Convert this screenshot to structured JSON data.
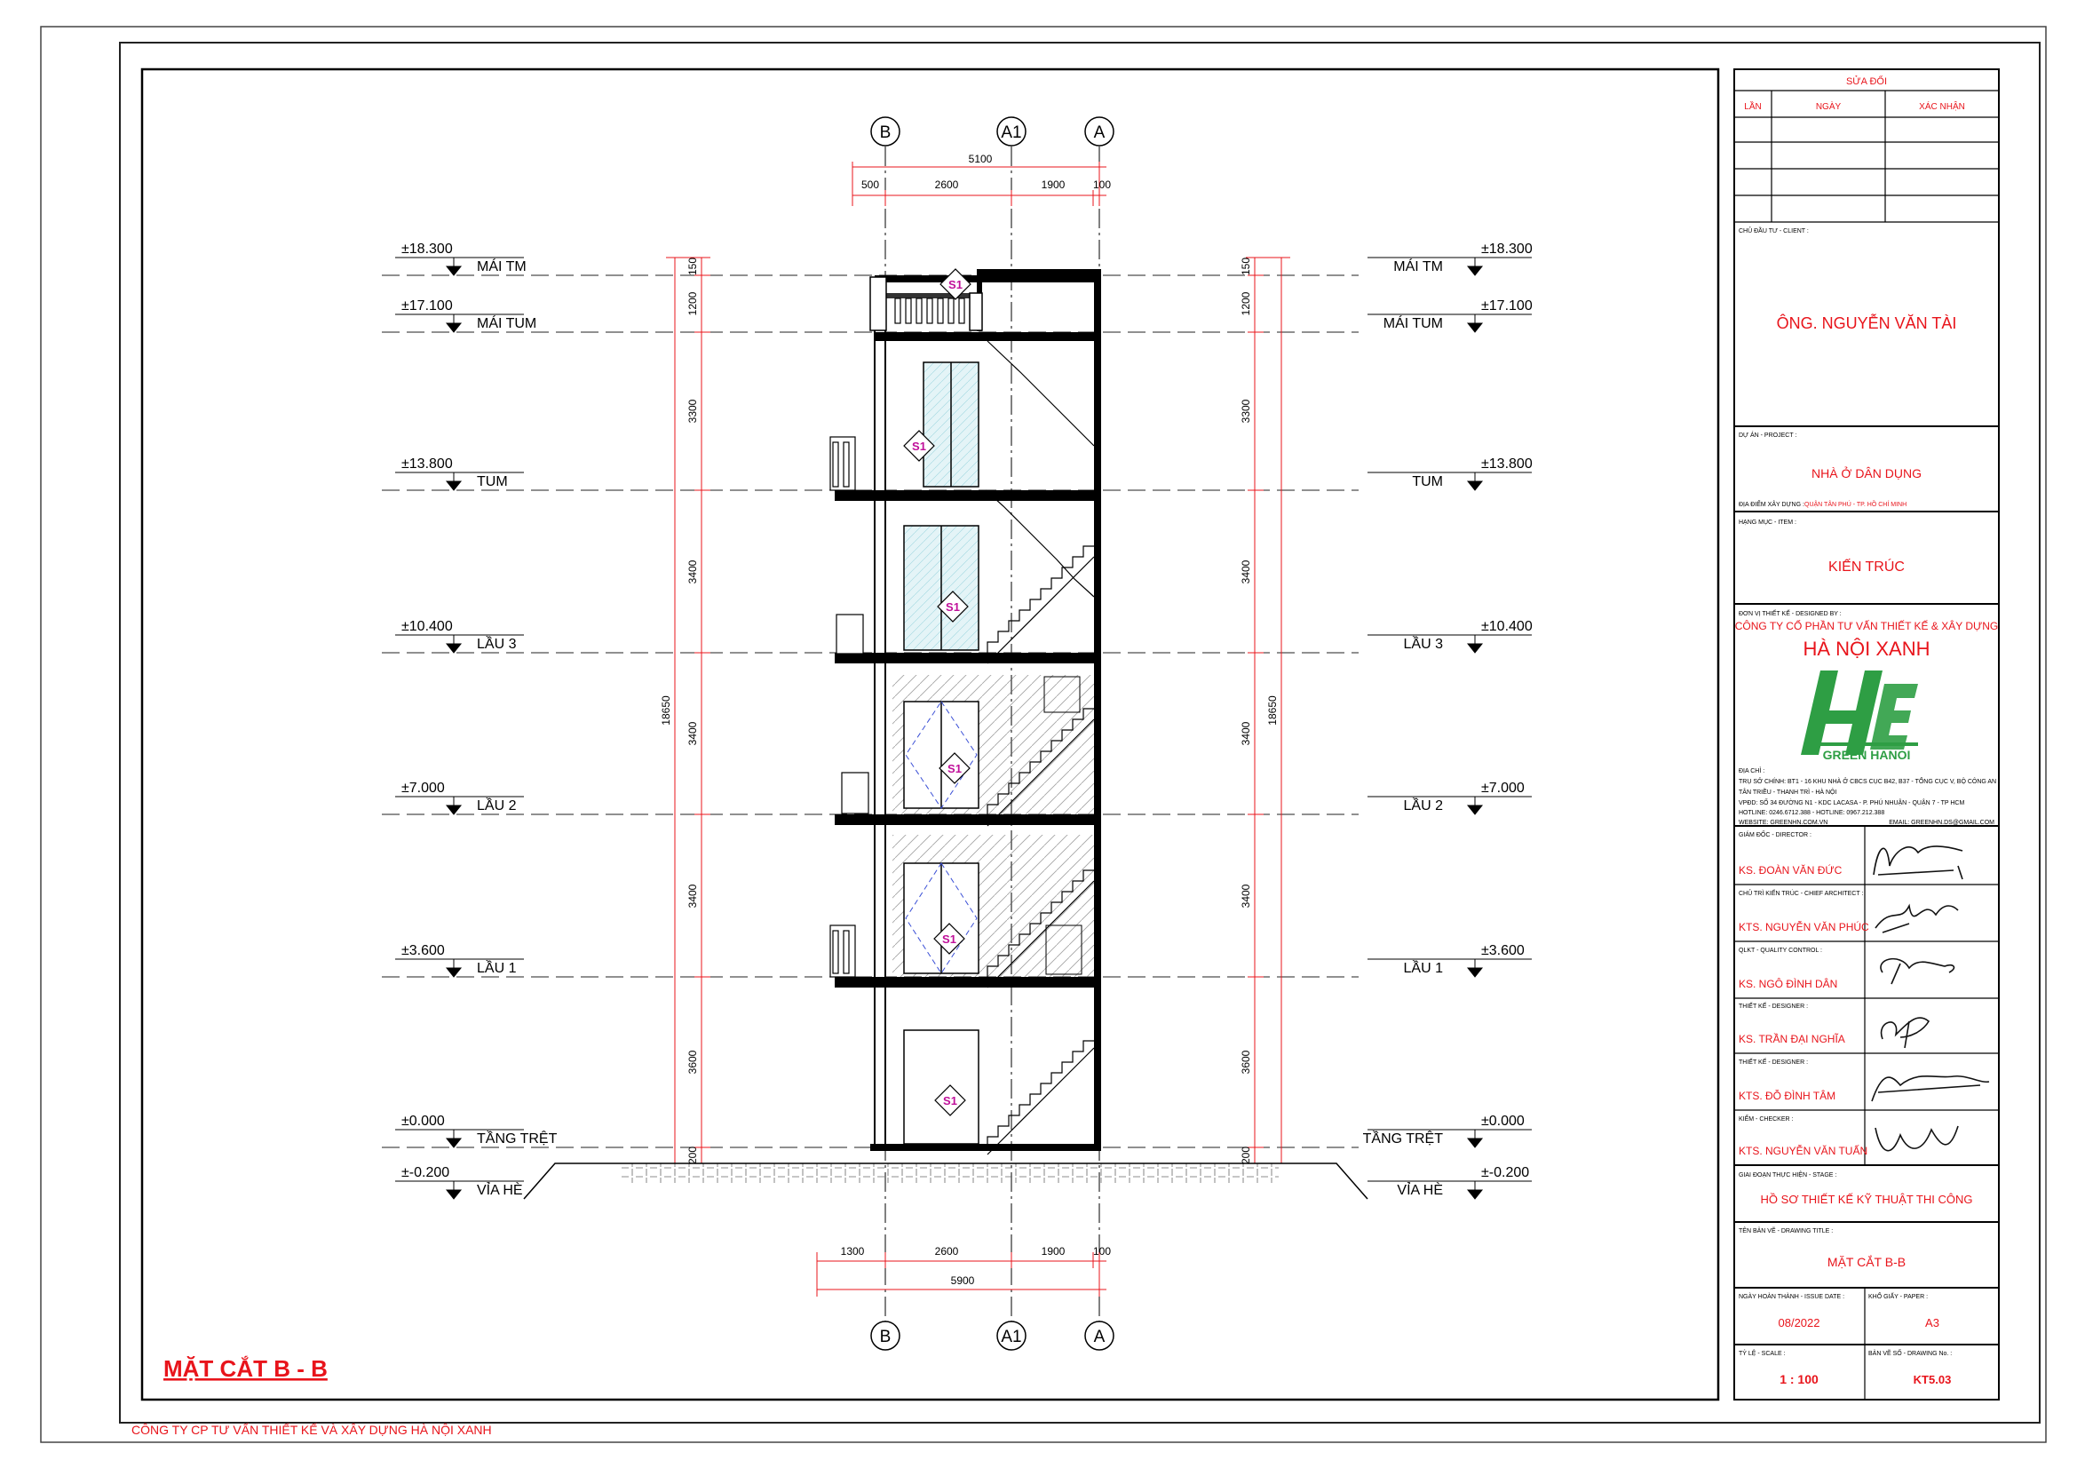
{
  "grid_labels_top": [
    "B",
    "A1",
    "A"
  ],
  "grid_labels_bottom": [
    "B",
    "A1",
    "A"
  ],
  "top_dimensions": {
    "total": "5100",
    "segments": [
      "500",
      "2600",
      "1900",
      "100"
    ]
  },
  "bottom_dimensions": {
    "total": "5900",
    "segments": [
      "1300",
      "2600",
      "1900",
      "100"
    ]
  },
  "levels": [
    {
      "elev": "±18.300",
      "name": "MÁI TM"
    },
    {
      "elev": "±17.100",
      "name": "MÁI TUM"
    },
    {
      "elev": "±13.800",
      "name": "TUM"
    },
    {
      "elev": "±10.400",
      "name": "LẦU 3"
    },
    {
      "elev": "±7.000",
      "name": "LẦU 2"
    },
    {
      "elev": "±3.600",
      "name": "LẦU 1"
    },
    {
      "elev": "±0.000",
      "name": "TẦNG TRỆT"
    },
    {
      "elev": "±-0.200",
      "name": "VỈA HÈ"
    }
  ],
  "vertical_dimensions": {
    "total": "18650",
    "segments": [
      "150",
      "1200",
      "3300",
      "3400",
      "3400",
      "3400",
      "3600",
      "200"
    ]
  },
  "tags": [
    "S1",
    "S1",
    "S1",
    "S1",
    "S1",
    "S1"
  ],
  "drawing_title_main": "MẶT CẮT B - B",
  "footer_company": "CÔNG TY CP TƯ VẤN THIẾT KẾ VÀ XÂY DỰNG HÀ NỘI XANH",
  "title_block": {
    "revision_header": "SỬA ĐỔI",
    "revision_cols": [
      "LẦN",
      "NGÀY",
      "XÁC NHẬN"
    ],
    "client_label": "CHỦ ĐẦU TƯ - CLIENT :",
    "client": "ÔNG. NGUYỄN VĂN TÀI",
    "project_label": "DỰ ÁN - PROJECT :",
    "project": "NHÀ Ở DÂN DỤNG",
    "location_label": "ĐỊA ĐIỂM XÂY DỰNG :",
    "location": "QUẬN TÂN PHÚ - TP. HỒ CHÍ MINH",
    "item_label": "HẠNG MỤC - ITEM :",
    "item": "KIẾN TRÚC",
    "designed_by_label": "ĐƠN VỊ THIẾT KẾ - DESIGNED BY :",
    "company_line1": "CÔNG TY CỔ PHẦN TƯ VẤN THIẾT KẾ & XÂY DỰNG",
    "company_line2": "HÀ NỘI XANH",
    "logo_text": "GREEN HANOI",
    "brand_color": "#2e9e44",
    "address_label": "ĐỊA CHỈ :",
    "address_1": "TRỤ SỞ CHÍNH: BT1 - 16 KHU NHÀ Ở CBCS CỤC B42, B37 - TỔNG CỤC V, BỘ CÔNG AN",
    "address_2": "TÂN TRIỀU - THANH TRÌ - HÀ NỘI",
    "address_3": "VPĐD: SỐ 34 ĐƯỜNG N1 - KDC LACASA - P. PHÚ NHUẬN - QUẬN 7 - TP HCM",
    "address_4": "HOTLINE: 0246.6712.388 - HOTLINE: 0967.212.388",
    "website": "WEBSITE: GREENHN.COM.VN",
    "email": "EMAIL: GREENHN.DS@GMAIL.COM",
    "people": [
      {
        "role": "GIÁM ĐỐC - DIRECTOR :",
        "name": "KS. ĐOÀN VĂN ĐỨC"
      },
      {
        "role": "CHỦ TRÌ KIẾN TRÚC - CHIEF ARCHITECT :",
        "name": "KTS. NGUYỄN VĂN PHÚC"
      },
      {
        "role": "QLKT - QUALITY CONTROL :",
        "name": "KS. NGÔ ĐÌNH DÂN"
      },
      {
        "role": "THIẾT KẾ - DESIGNER :",
        "name": "KS. TRẦN ĐẠI NGHĨA"
      },
      {
        "role": "THIẾT KẾ - DESIGNER :",
        "name": "KTS. ĐỖ ĐÌNH TÂM"
      },
      {
        "role": "KIỂM - CHECKER :",
        "name": "KTS. NGUYỄN VĂN TUẤN"
      }
    ],
    "stage_label": "GIAI ĐOẠN THỰC HIỆN - STAGE :",
    "stage": "HỒ SƠ THIẾT KẾ KỸ THUẬT THI CÔNG",
    "drawing_title_label": "TÊN BẢN VẼ - DRAWING TITLE :",
    "drawing_title": "MẶT CẮT B-B",
    "issue_date_label": "NGÀY HOÀN THÀNH - ISSUE DATE :",
    "issue_date": "08/2022",
    "paper_label": "KHỔ GIẤY - PAPER :",
    "paper": "A3",
    "scale_label": "TỶ LỆ - SCALE :",
    "scale": "1 : 100",
    "drawing_no_label": "BẢN VẼ SỐ - DRAWING No. :",
    "drawing_no": "KT5.03"
  },
  "colors": {
    "annotation": "#e8141b",
    "line": "#000000",
    "tag": "#c0109a",
    "glass": "#9fd6e0"
  }
}
